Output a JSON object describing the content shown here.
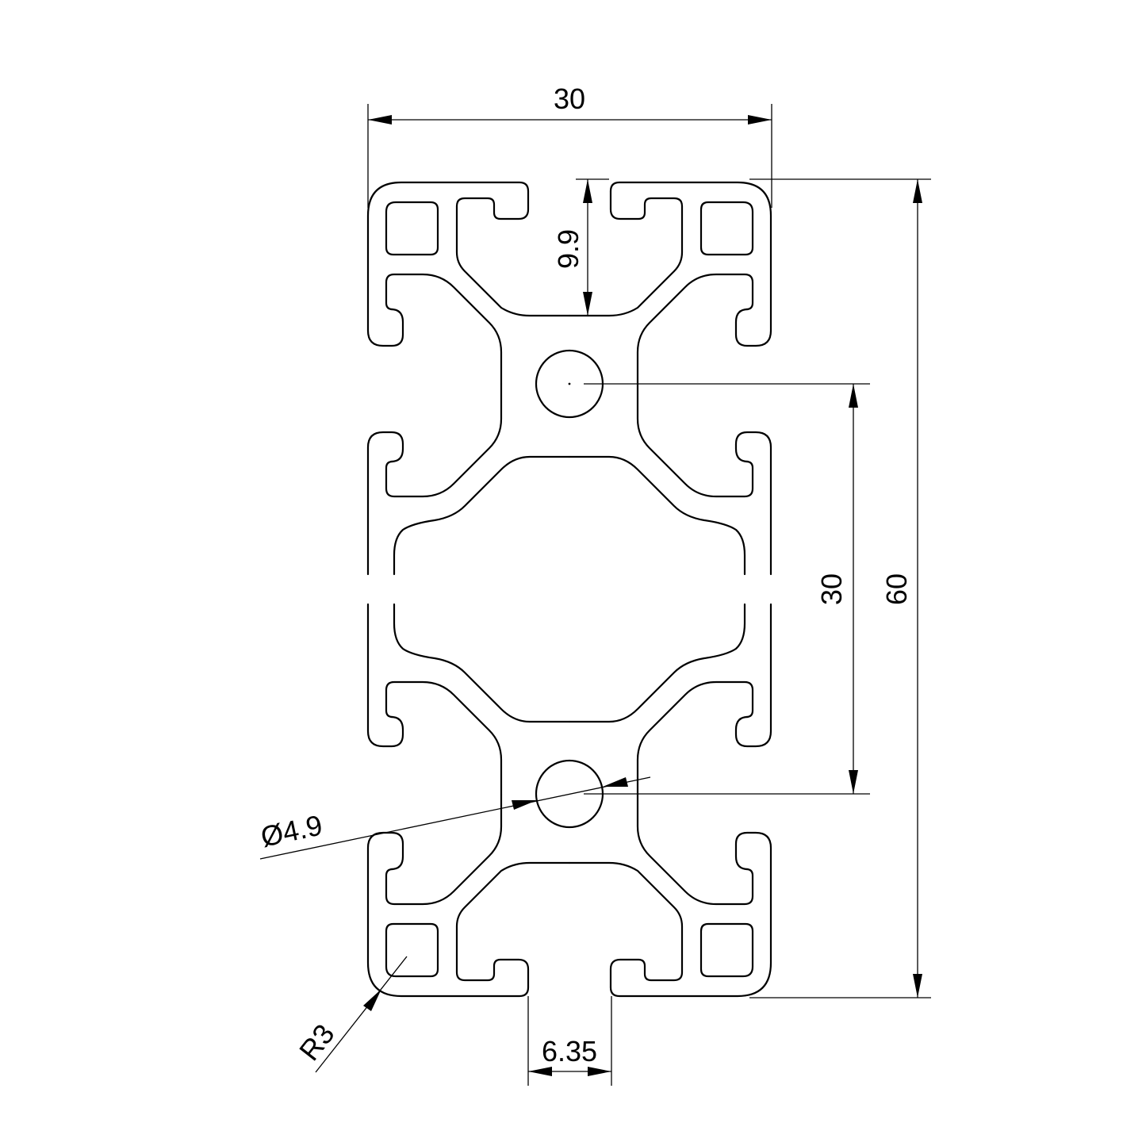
{
  "colors": {
    "line": "#000000",
    "background": "#ffffff"
  },
  "dimensions": {
    "width_top": "30",
    "slot_depth": "9.9",
    "center_spacing": "30",
    "overall_height": "60",
    "hole_diameter": "Ø4.9",
    "corner_radius": "R3",
    "slot_width": "6.35"
  }
}
